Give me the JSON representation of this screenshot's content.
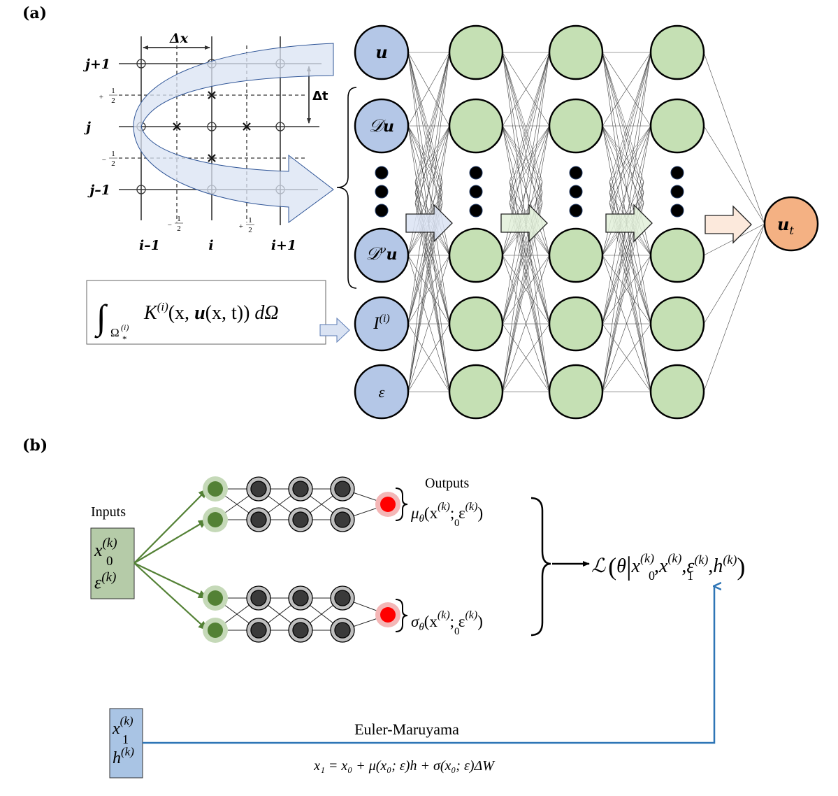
{
  "panel_a": {
    "label": "(a)",
    "grid": {
      "row_labels": [
        "j+1",
        "j",
        "j–1"
      ],
      "col_labels": [
        "i–1",
        "i",
        "i+1"
      ],
      "half_plus": "+",
      "half_minus": "−",
      "half_num": "1",
      "half_den": "2",
      "dx_label": "Δx",
      "dt_label": "Δt"
    },
    "integral_box": {
      "integral_sign": "∫",
      "domain": "Ω",
      "domain_sup": "(i)",
      "domain_sub": "*",
      "kernel": "K",
      "kernel_sup": "(i)",
      "args_open": "(x, ",
      "u": "u",
      "args_inner": "(x, t)",
      "args_close": ")",
      "measure": " dΩ"
    },
    "input_nodes": [
      {
        "label": "u",
        "type": "plain"
      },
      {
        "label": "𝒟u",
        "type": "D"
      },
      {
        "label": "dots",
        "type": "dots"
      },
      {
        "label": "𝒟ᵛu",
        "type": "Dnu"
      },
      {
        "label": "I(i)",
        "type": "I"
      },
      {
        "label": "ε",
        "type": "eps"
      }
    ],
    "hidden_layers": 3,
    "output_node": {
      "label": "u",
      "subscript": "t"
    },
    "colors": {
      "input": "#b4c7e7",
      "hidden": "#c5e0b4",
      "output": "#f4b183",
      "arrow_blue": "#dae3f3",
      "arrow_green": "#e2f0d9",
      "arrow_orange": "#fbe5d6",
      "swirl": "#dae3f3",
      "swirl_stroke": "#2f5597"
    }
  },
  "panel_b": {
    "label": "(b)",
    "inputs_title": "Inputs",
    "inputs_box": {
      "line1": "x",
      "line1_sub": "0",
      "line1_sup": "(k)",
      "line2": "ε",
      "line2_sup": "(k)"
    },
    "outputs_title": "Outputs",
    "mu_output": {
      "symbol": "μ",
      "sub": "θ",
      "open": "(x",
      "x_sub": "0",
      "x_sup": "(k)",
      "sep": "; ε",
      "eps_sup": "(k)",
      "close": ")"
    },
    "sigma_output": {
      "symbol": "σ",
      "sub": "θ",
      "open": "(x",
      "x_sub": "0",
      "x_sup": "(k)",
      "sep": "; ε",
      "eps_sup": "(k)",
      "close": ")"
    },
    "loss": {
      "symbol": "ℒ",
      "theta": "θ",
      "x0": "x",
      "x0_sub": "0",
      "x0_sup": "(k)",
      "x1": "x",
      "x1_sub": "1",
      "x1_sup": "(k)",
      "eps": "ε",
      "eps_sup": "(k)",
      "h": "h",
      "h_sup": "(k)"
    },
    "target_box": {
      "line1": "x",
      "line1_sub": "1",
      "line1_sup": "(k)",
      "line2": "h",
      "line2_sup": "(k)"
    },
    "method_label": "Euler-Maruyama",
    "update_equation": "x₁ = x₀ + μ(x₀; ε)h + σ(x₀; ε)ΔW",
    "colors": {
      "input_node": "#538135",
      "input_halo": "#c5d9b8",
      "hidden_node": "#3a3a3a",
      "hidden_ring": "#bfbfbf",
      "output_node": "#ff0000",
      "output_halo": "#f4b6b6",
      "inputs_box": "#b5cba8",
      "target_box": "#a9c4e4",
      "flow_line": "#2e75b6"
    }
  }
}
